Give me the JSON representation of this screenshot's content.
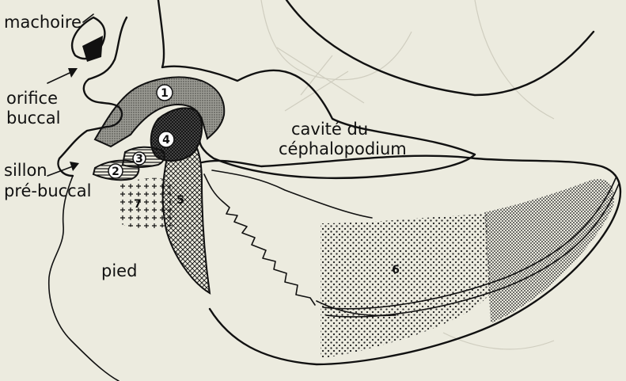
{
  "labels": {
    "machoire": "machoire",
    "orifice_line1": "orifice",
    "orifice_line2": "buccal",
    "sillon_line1": "sillon",
    "sillon_line2": "pré-buccal",
    "cavite_line1": "cavité du",
    "cavite_line2": "céphalopodium",
    "pied": "pied"
  },
  "regions": [
    {
      "id": "1",
      "pattern": "fine-stipple"
    },
    {
      "id": "2",
      "pattern": "horizontal-hatch"
    },
    {
      "id": "3",
      "pattern": "horizontal-hatch"
    },
    {
      "id": "4",
      "pattern": "dense-crosshatch"
    },
    {
      "id": "5",
      "pattern": "crosshatch"
    },
    {
      "id": "6",
      "pattern": "dot-stipple"
    },
    {
      "id": "7",
      "pattern": "plus-signs"
    }
  ],
  "colors": {
    "background": "#ecebdf",
    "ink": "#111111"
  }
}
